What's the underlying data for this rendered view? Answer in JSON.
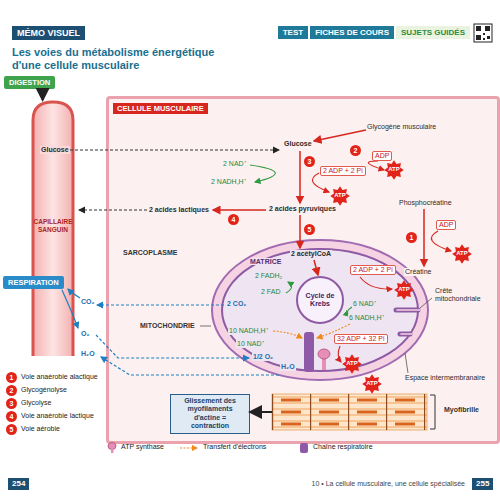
{
  "diagram": {
    "title": "Les voies du métabolisme énergétique d'une cellule musculaire",
    "nodes": [
      {
        "text": [
          "MÉMO VISUEL"
        ]
      },
      {
        "text": [
          "TEST"
        ]
      },
      {
        "text": [
          "FICHES DE COURS"
        ]
      },
      {
        "text": [
          "SUJETS GUIDÉS"
        ]
      },
      {
        "text": [
          "DIGESTION"
        ]
      },
      {
        "text": [
          "CAPILLAIRE SANGUIN"
        ]
      },
      {
        "text": [
          "RESPIRATION"
        ]
      },
      {
        "text": [
          "CELLULE MUSCULAIRE",
          "SARCOPLASME"
        ]
      },
      {
        "text": [
          "MATRICE",
          "MITOCHONDRIE"
        ],
        "in": 7
      },
      {
        "text": [
          "Cycle de Krebs"
        ],
        "in": 8
      },
      {
        "text": [
          "Glissement des myofilaments d'actine = contraction"
        ],
        "in": 7
      },
      {
        "text": [
          "Myofibrille"
        ],
        "in": 7
      }
    ],
    "edges": [
      {
        "from": 4,
        "to": 5,
        "arrow": "to"
      },
      {
        "from": 11,
        "to": 10,
        "arrow": "to"
      }
    ],
    "labels": [
      "254",
      "255",
      "10 • La cellule musculaire, une cellule spécialisée",
      "Glucose",
      "CO₂",
      "O₂",
      "H₂O",
      "1",
      "2",
      "3",
      "4",
      "5",
      "Glucose",
      "2",
      "Glycogène musculaire",
      "ADP",
      "ATP",
      "2 NAD⁺",
      "2 NADH,H⁺",
      "3",
      "2 ADP + 2 Pi",
      "ATP",
      "2 acides pyruviques",
      "4",
      "2 acides lactiques",
      "Phosphocréatine",
      "1",
      "ADP",
      "ATP",
      "Créatine",
      "5",
      "2 acétylCoA",
      "2 FADH₂",
      "2 FAD",
      "2 CO₂",
      "2 ADP + 2 Pi",
      "ATP",
      "6 NAD⁺",
      "6 NADH,H⁺",
      "10 NADH,H⁺",
      "10 NAD⁺",
      "1/2 O₂",
      "H₂O",
      "32 ADP + 32 Pi",
      "ATP",
      "Crête mitochondriale",
      "Espace intermembranaire",
      "ATP"
    ],
    "legend": [
      {
        "text": "Voie anaérobie alactique"
      },
      {
        "text": "Glycogénolyse"
      },
      {
        "text": "Glycolyse"
      },
      {
        "text": "Voie anaérobie lactique"
      },
      {
        "text": "Voie aérobie"
      },
      {
        "text": "ATP synthase"
      },
      {
        "text": "Transfert d'électrons"
      },
      {
        "text": "Chaîne respiratoire"
      }
    ]
  }
}
